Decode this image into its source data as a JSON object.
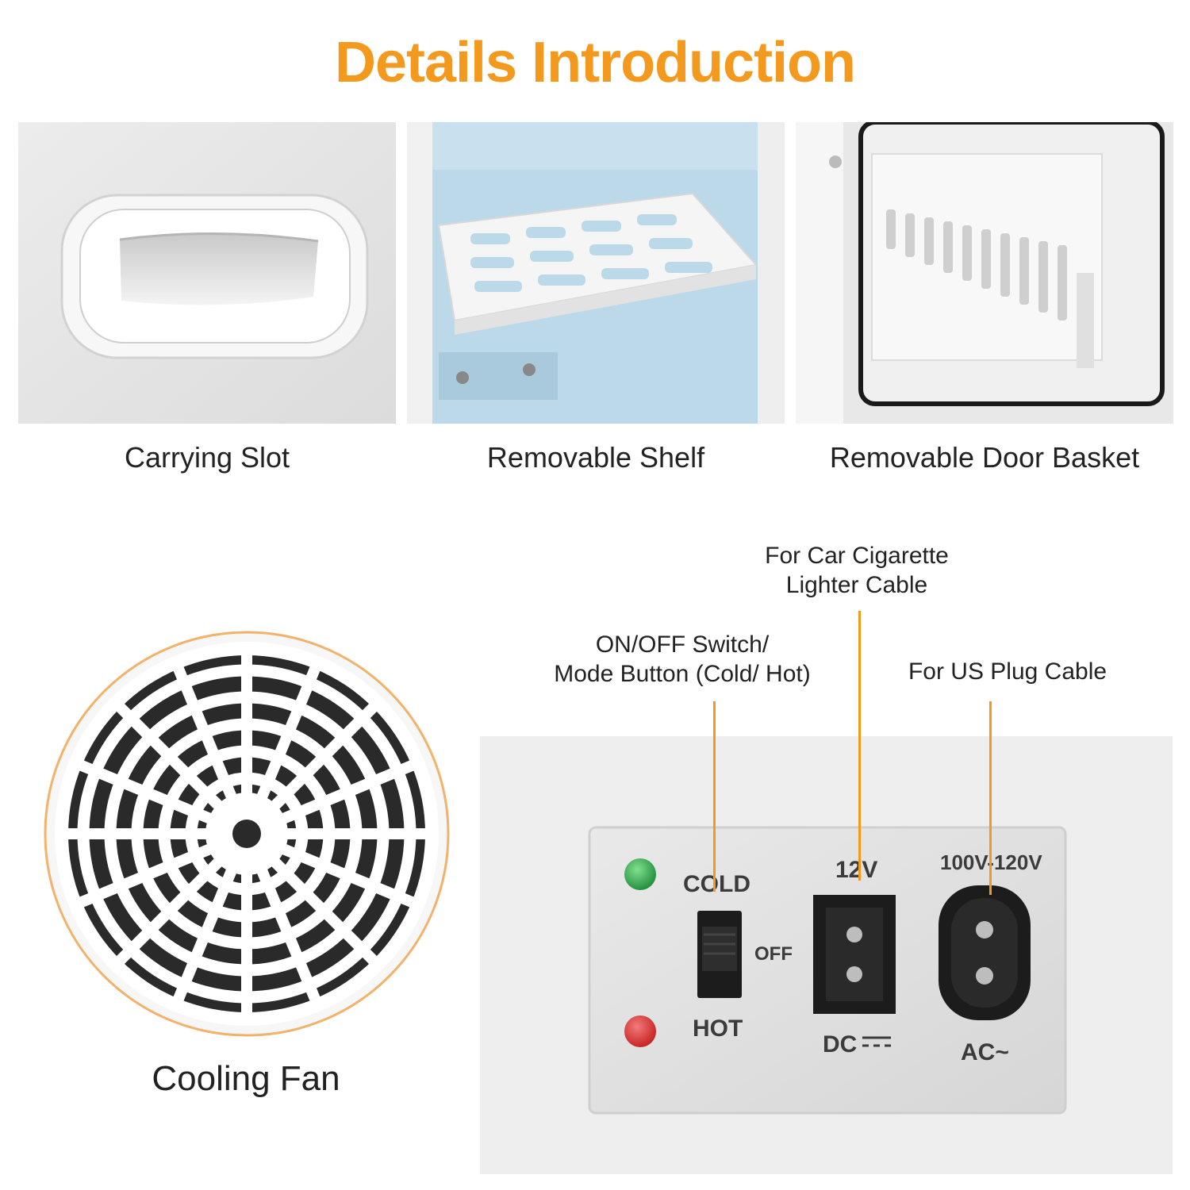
{
  "title": "Details Introduction",
  "colors": {
    "accent": "#f39a1e",
    "text": "#222222",
    "fridge_interior": "#bcd9ea"
  },
  "features": [
    {
      "caption": "Carrying Slot"
    },
    {
      "caption": "Removable Shelf"
    },
    {
      "caption": "Removable Door Basket"
    }
  ],
  "fan": {
    "caption": "Cooling Fan"
  },
  "callouts": {
    "switch_line1": "ON/OFF Switch/",
    "switch_line2": "Mode Button (Cold/ Hot)",
    "car_line1": "For Car Cigarette",
    "car_line2": "Lighter Cable",
    "us_plug": "For US Plug Cable"
  },
  "panel_labels": {
    "cold": "COLD",
    "off": "OFF",
    "hot": "HOT",
    "dc_voltage": "12V",
    "dc": "DC",
    "ac_voltage": "100V-120V",
    "ac": "AC~"
  },
  "indicators": [
    {
      "name": "cold-indicator",
      "color": "#1e8a3a"
    },
    {
      "name": "hot-indicator",
      "color": "#c41e1e"
    }
  ]
}
